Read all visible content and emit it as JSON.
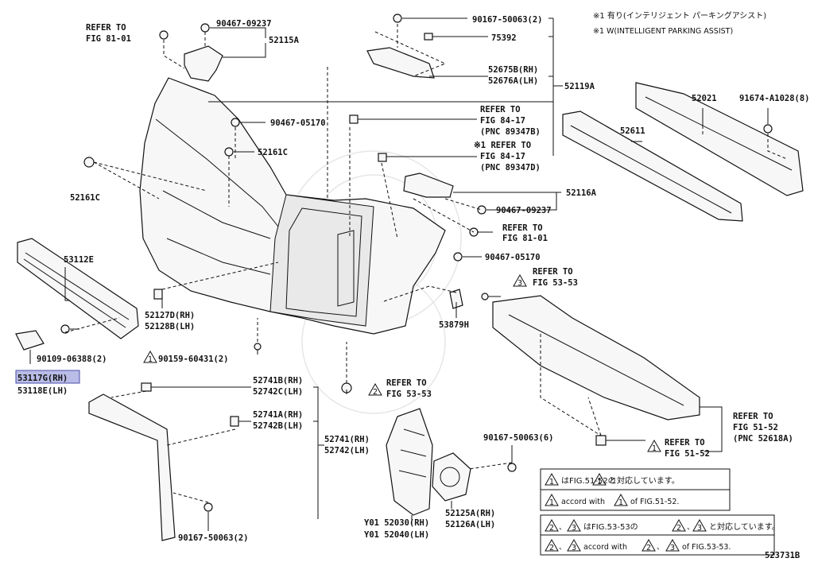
{
  "notes": {
    "jp": "※1 有り(インテリジェント パーキングアシスト)",
    "en": "※1 W(INTELLIGENT PARKING ASSIST)"
  },
  "labels": {
    "ref_81_01_a_l1": "REFER TO",
    "ref_81_01_a_l2": "FIG 81-01",
    "p90467_09237_top": "90467-09237",
    "p52115A": "52115A",
    "p90167_50063_2_top": "90167-50063(2)",
    "p75392": "75392",
    "p52675B": "52675B(RH)",
    "p52676A": "52676A(LH)",
    "p52119A": "52119A",
    "p90467_05170_a": "90467-05170",
    "p52161C_a": "52161C",
    "p52161C_b": "52161C",
    "ref_84_17_a_l1": "REFER TO",
    "ref_84_17_a_l2": "FIG 84-17",
    "ref_84_17_a_l3": "(PNC 89347B)",
    "ref_84_17_b_l1": "※1 REFER TO",
    "ref_84_17_b_l2": "FIG 84-17",
    "ref_84_17_b_l3": "(PNC 89347D)",
    "p52021": "52021",
    "p91674_A1028": "91674-A1028(8)",
    "p52611": "52611",
    "p52116A": "52116A",
    "p90467_09237_mid": "90467-09237",
    "ref_81_01_b_l1": "REFER TO",
    "ref_81_01_b_l2": "FIG 81-01",
    "p90467_05170_b": "90467-05170",
    "p53112E": "53112E",
    "ref_53_53_a_l1": "REFER TO",
    "ref_53_53_a_l2": "FIG 53-53",
    "p52127D": "52127D(RH)",
    "p52128B": "52128B(LH)",
    "p53879H": "53879H",
    "p90109_06388": "90109-06388(2)",
    "p90159_60431": "90159-60431(2)",
    "p53117G": "53117G(RH)",
    "p53118E": "53118E(LH)",
    "p52741B": "52741B(RH)",
    "p52742C": "52742C(LH)",
    "ref_53_53_b_l1": "REFER TO",
    "ref_53_53_b_l2": "FIG 53-53",
    "p52741A": "52741A(RH)",
    "p52742B": "52742B(LH)",
    "p52741": "52741(RH)",
    "p52742": "52742(LH)",
    "ref_51_52_a_l1": "REFER TO",
    "ref_51_52_a_l2": "FIG 51-52",
    "ref_51_52_a_l3": "(PNC 52618A)",
    "p90167_50063_6": "90167-50063(6)",
    "ref_51_52_b_l1": "REFER TO",
    "ref_51_52_b_l2": "FIG 51-52",
    "p52125A": "52125A(RH)",
    "p52126A": "52126A(LH)",
    "p52030": "Y01 52030(RH)",
    "p52040": "Y01 52040(LH)",
    "p90167_50063_2_bot": "90167-50063(2)",
    "diagram_no": "523731B"
  },
  "tri": {
    "n1": "1",
    "n2": "2",
    "n3": "3"
  },
  "legend": {
    "l1_jp_a": "はFIG.51-52の",
    "l1_jp_b": "と対応しています。",
    "l1_en_a": "accord with",
    "l1_en_b": "of FIG.51-52.",
    "comma": "、",
    "l2_jp_a": "はFIG.53-53の",
    "l2_jp_b": "と対応しています。",
    "l2_en_a": "accord with",
    "l2_en_b": "of FIG.53-53."
  },
  "selected_part": "53117G(RH)",
  "colors": {
    "highlight_fill": "#b9bce6",
    "highlight_border": "#4a4fa8"
  }
}
